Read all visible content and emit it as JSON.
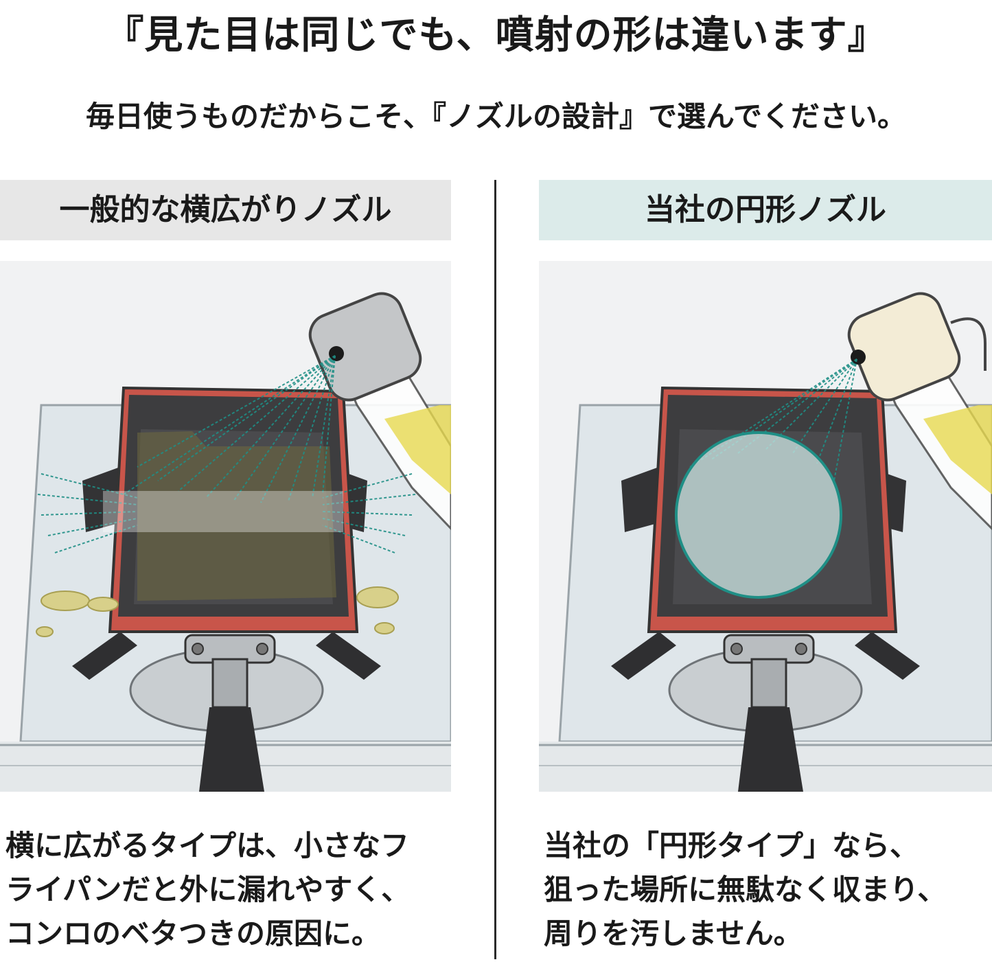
{
  "title": "『見た目は同じでも、噴射の形は違います』",
  "subtitle": "毎日使うものだからこそ、『ノズルの設計』で選んでください。",
  "left": {
    "label": "一般的な横広がりノズル",
    "caption_lines": [
      "横に広がるタイプは、小さなフ",
      "ライパンだと外に漏れやすく、",
      "コンロのベタつきの原因に。"
    ]
  },
  "right": {
    "label": "当社の円形ノズル",
    "caption_lines": [
      "当社の「円形タイプ」なら、",
      "狙った場所に無駄なく収まり、",
      "周りを汚しません。"
    ]
  },
  "colors": {
    "spray": "#1f8f86",
    "pan_body": "#c8554a",
    "pan_inner": "#3d3d3f",
    "oil": "#d8d08a",
    "left_label_bg": "#e7e7e7",
    "right_label_bg": "#dcebea"
  }
}
